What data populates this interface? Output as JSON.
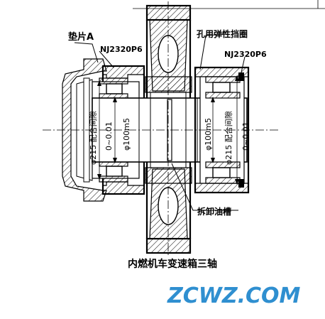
{
  "labels": {
    "gasket": "垫片A",
    "circlip": "孔用弹性挡圈",
    "bearing_left": "NJ2320P6",
    "bearing_right": "NJ2320P6",
    "fit_left": "φ215 配合间隙",
    "tol_left": "0~0.01",
    "shaft_left": "φ100m5",
    "shaft_right": "φ100m5",
    "fit_right": "φ215 配合间隙",
    "tol_right": "0~0.01",
    "groove": "拆卸油槽"
  },
  "caption": "内燃机车变速箱三轴",
  "watermark": {
    "text": "ZCWZ.COM",
    "color": "#2f8fd0"
  }
}
